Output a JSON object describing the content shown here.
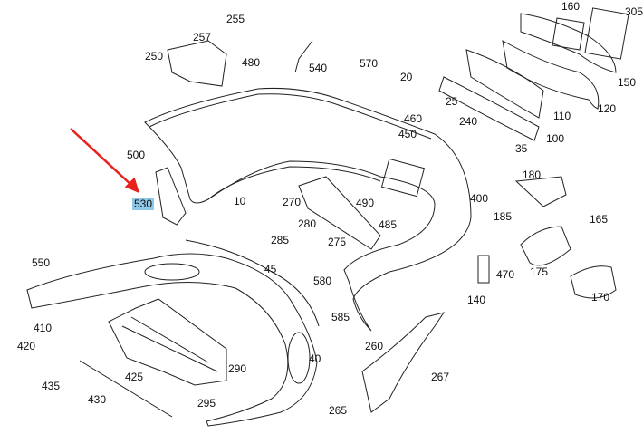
{
  "diagram": {
    "highlighted_part": "530",
    "parts": {
      "p255": "255",
      "p257": "257",
      "p250": "250",
      "p480": "480",
      "p540": "540",
      "p570": "570",
      "p160": "160",
      "p305": "305",
      "p150": "150",
      "p20": "20",
      "p25": "25",
      "p460": "460",
      "p450": "450",
      "p240": "240",
      "p110": "110",
      "p120": "120",
      "p100": "100",
      "p500": "500",
      "p530": "530",
      "p35": "35",
      "p180": "180",
      "p10": "10",
      "p270": "270",
      "p490": "490",
      "p485": "485",
      "p400": "400",
      "p185": "185",
      "p165": "165",
      "p280": "280",
      "p285": "285",
      "p275": "275",
      "p550": "550",
      "p45": "45",
      "p470": "470",
      "p175": "175",
      "p580": "580",
      "p585": "585",
      "p140": "140",
      "p170": "170",
      "p410": "410",
      "p420": "420",
      "p260": "260",
      "p40": "40",
      "p290": "290",
      "p435": "435",
      "p425": "425",
      "p430": "430",
      "p295": "295",
      "p267": "267",
      "p265": "265"
    },
    "colors": {
      "line": "#222222",
      "highlight": "#8fc9e8",
      "arrow": "#e8211d"
    }
  }
}
